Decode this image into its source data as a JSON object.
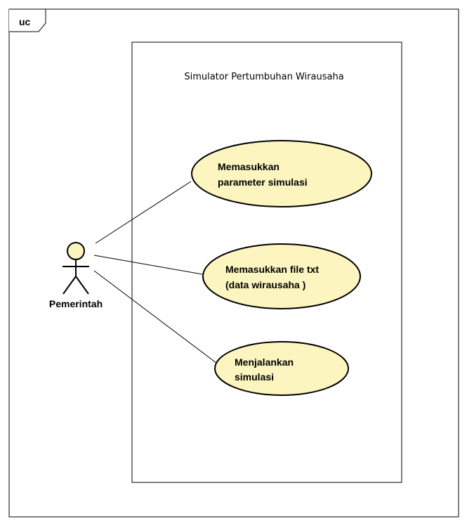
{
  "frame": {
    "label": "uc"
  },
  "system": {
    "title": "Simulator Pertumbuhan Wirausaha"
  },
  "actor": {
    "name": "Pemerintah"
  },
  "use_cases": [
    {
      "lines": [
        "Memasukkan",
        "parameter simulasi"
      ]
    },
    {
      "lines": [
        "Memasukkan file txt",
        "(data wirausaha )"
      ]
    },
    {
      "lines": [
        "Menjalankan",
        "simulasi"
      ]
    }
  ],
  "colors": {
    "use_case_fill": "#fcf5bf",
    "actor_fill": "#fcf5bf",
    "stroke": "#000000"
  }
}
